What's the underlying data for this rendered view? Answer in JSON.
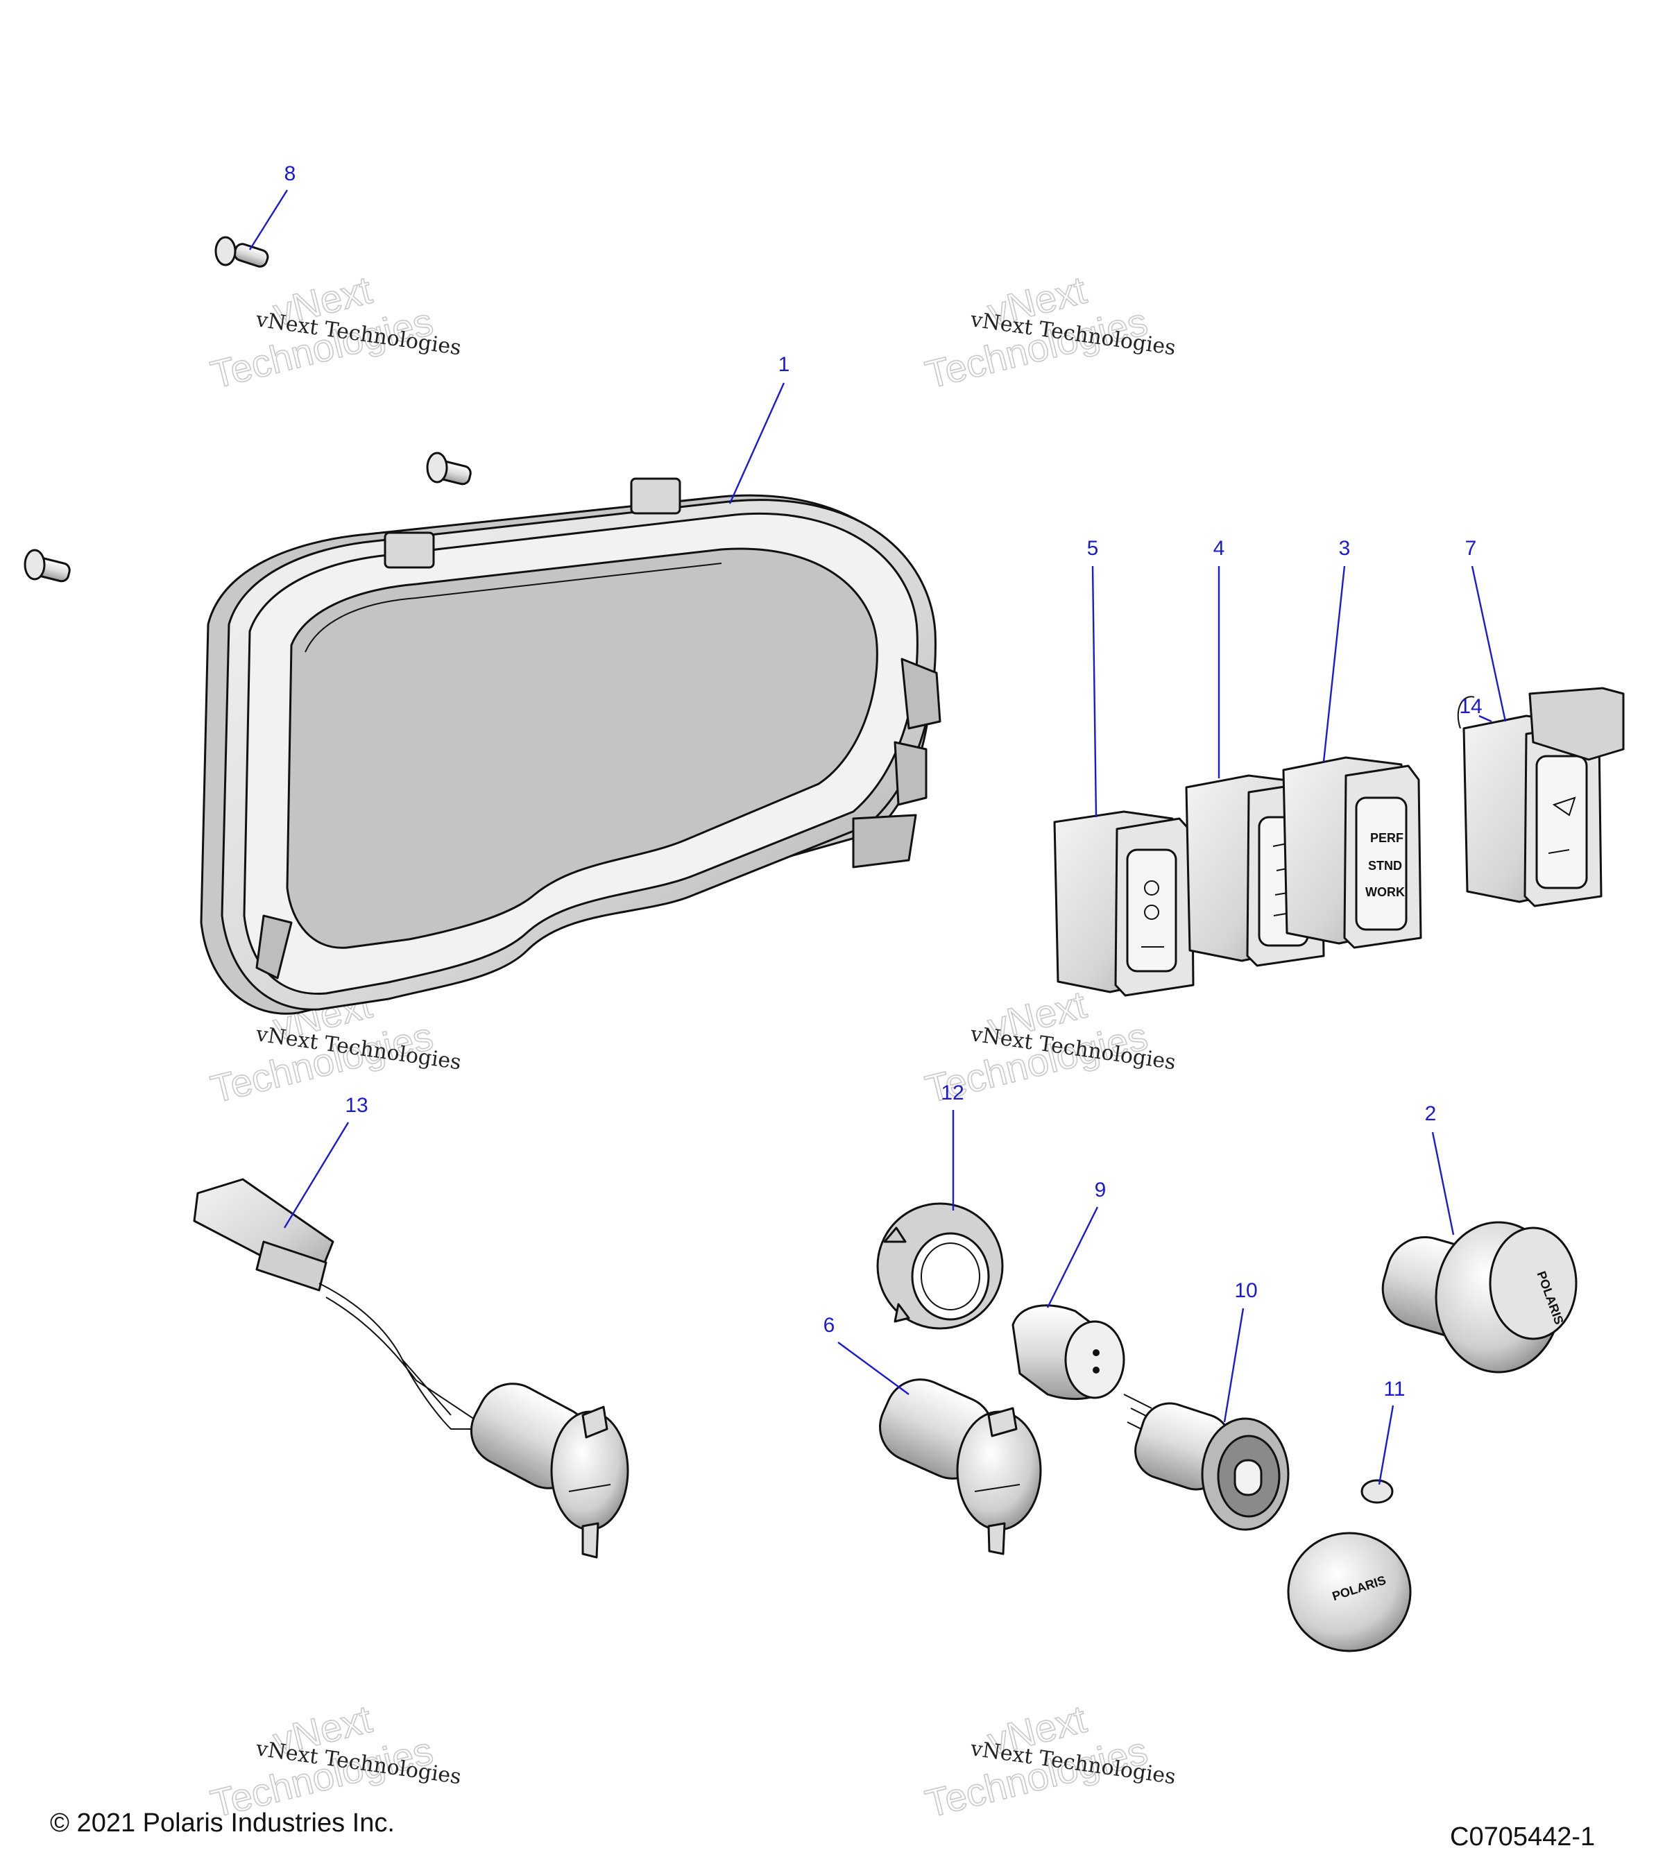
{
  "footer": {
    "copyright": "© 2021 Polaris Industries Inc.",
    "diagram_id": "C0705442-1"
  },
  "watermark": {
    "text": "vNext Technologies",
    "outline": "Technologies",
    "outline_short": "vNext"
  },
  "switch_labels": {
    "perf": "PERF",
    "stnd": "STND",
    "work": "WORK"
  },
  "parts": {
    "usb_cap_logo": "POLARIS",
    "key_switch_logo": "POLARIS"
  },
  "callouts": [
    {
      "label": "1"
    },
    {
      "label": "2"
    },
    {
      "label": "3"
    },
    {
      "label": "4"
    },
    {
      "label": "5"
    },
    {
      "label": "6"
    },
    {
      "label": "7"
    },
    {
      "label": "8"
    },
    {
      "label": "9"
    },
    {
      "label": "10"
    },
    {
      "label": "11"
    },
    {
      "label": "12"
    },
    {
      "label": "13"
    },
    {
      "label": "14"
    }
  ],
  "colors": {
    "callout": "#1a1ad6",
    "line_art": "#111111"
  }
}
